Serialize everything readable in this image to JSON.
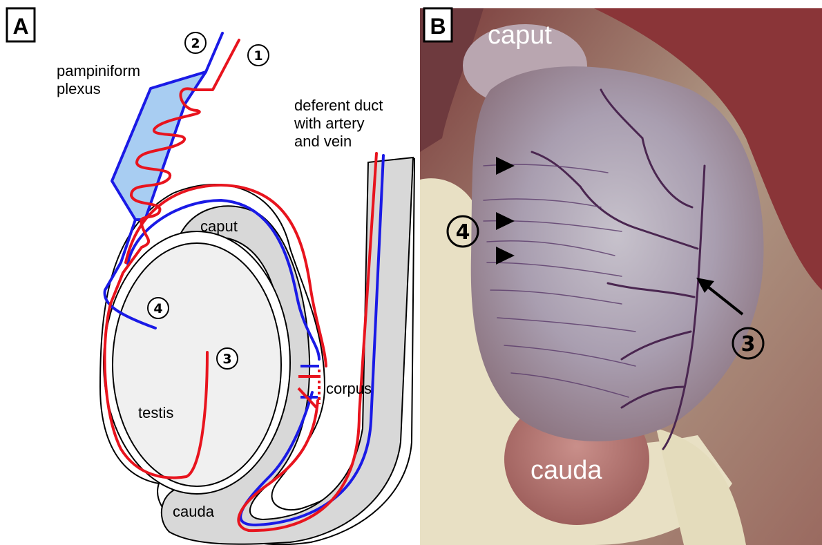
{
  "panel_a": {
    "letter": "A",
    "labels": {
      "pampiniform_line1": "pampiniform",
      "pampiniform_line2": "plexus",
      "deferent_line1": "deferent duct",
      "deferent_line2": "with artery",
      "deferent_line3": "and vein",
      "caput": "caput",
      "corpus": "corpus",
      "cauda": "cauda",
      "testis": "testis"
    },
    "markers": {
      "m1": "1",
      "m2": "2",
      "m3": "3",
      "m4": "4"
    }
  },
  "panel_b": {
    "letter": "B",
    "labels": {
      "caput": "caput",
      "cauda": "cauda"
    },
    "markers": {
      "m3": "3",
      "m4": "4"
    }
  },
  "colors": {
    "artery": "#e8141e",
    "vein": "#1a1ae6",
    "plexus_fill": "#a8cdf2",
    "epididymis_fill": "#d8d8d8",
    "testis_fill": "#f0f0f0",
    "outline": "#000000"
  }
}
